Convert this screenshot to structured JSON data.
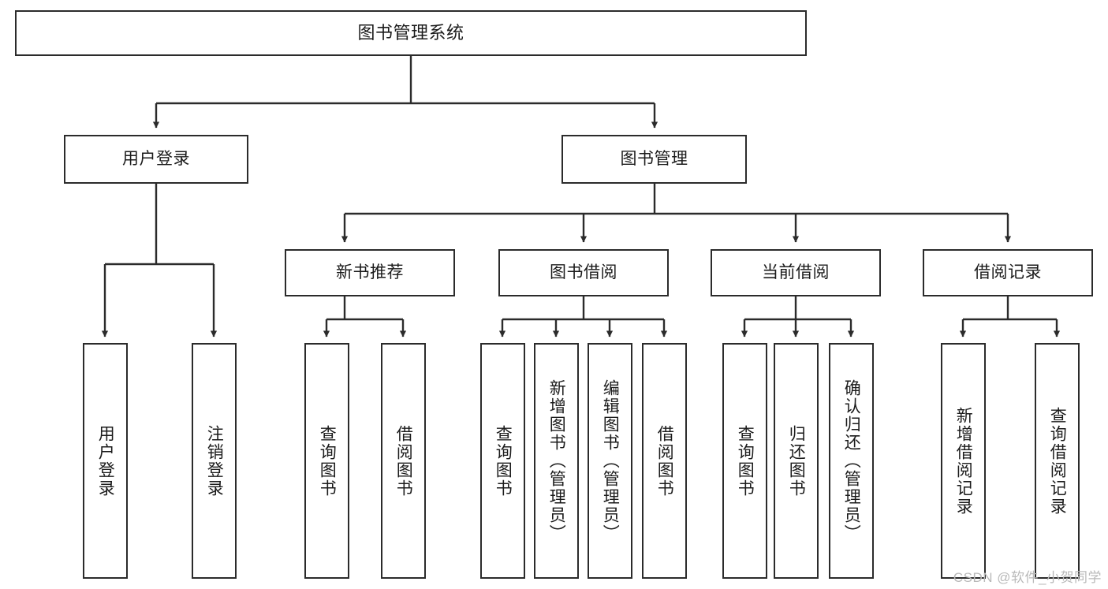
{
  "diagram": {
    "title": "图书管理系统",
    "type": "tree",
    "colors": {
      "box_border": "#2b2b2b",
      "box_fill": "#ffffff",
      "line": "#2b2b2b",
      "text": "#1b1b1b",
      "watermark": "#b9b9b9"
    },
    "levels": {
      "root": {
        "label": "图书管理系统"
      },
      "level2": [
        {
          "label": "用户登录"
        },
        {
          "label": "图书管理"
        }
      ],
      "level3": [
        {
          "label": "新书推荐"
        },
        {
          "label": "图书借阅"
        },
        {
          "label": "当前借阅"
        },
        {
          "label": "借阅记录"
        }
      ],
      "leaves": {
        "user_login": [
          {
            "label": "用户登录"
          },
          {
            "label": "注销登录"
          }
        ],
        "new_book_recommend": [
          {
            "label": "查询图书"
          },
          {
            "label": "借阅图书"
          }
        ],
        "book_borrow": [
          {
            "label": "查询图书"
          },
          {
            "label": "新增图书（管理员）"
          },
          {
            "label": "编辑图书（管理员）"
          },
          {
            "label": "借阅图书"
          }
        ],
        "current_borrow": [
          {
            "label": "查询图书"
          },
          {
            "label": "归还图书"
          },
          {
            "label": "确认归还（管理员）"
          }
        ],
        "borrow_record": [
          {
            "label": "新增借阅记录"
          },
          {
            "label": "查询借阅记录"
          }
        ]
      }
    }
  },
  "watermark": {
    "text": "CSDN @软件_小贺同学"
  }
}
